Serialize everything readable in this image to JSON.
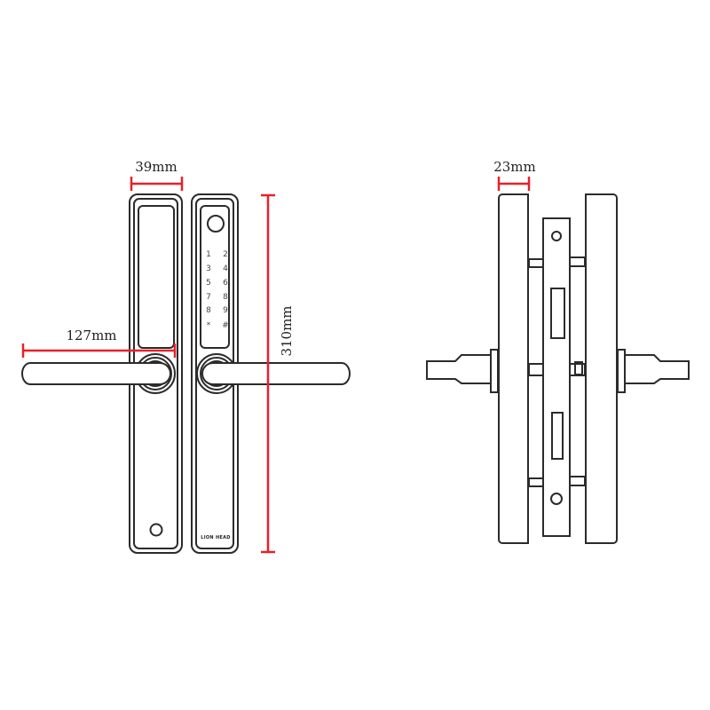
{
  "diagram": {
    "title": "Smart lock dimension diagram",
    "colors": {
      "outline": "#2b2b2b",
      "dimension": "#e8202a",
      "background": "#ffffff"
    },
    "front_view": {
      "dimensions": {
        "width_label": "39mm",
        "lever_length_label": "127mm",
        "height_label": "310mm"
      },
      "keypad": {
        "keys": [
          "1",
          "2",
          "3",
          "4",
          "5",
          "6",
          "7",
          "8",
          "8",
          "9",
          "*",
          "#"
        ]
      },
      "brand_logo": "LION HEAD"
    },
    "side_view": {
      "dimensions": {
        "thickness_label": "23mm"
      }
    }
  }
}
